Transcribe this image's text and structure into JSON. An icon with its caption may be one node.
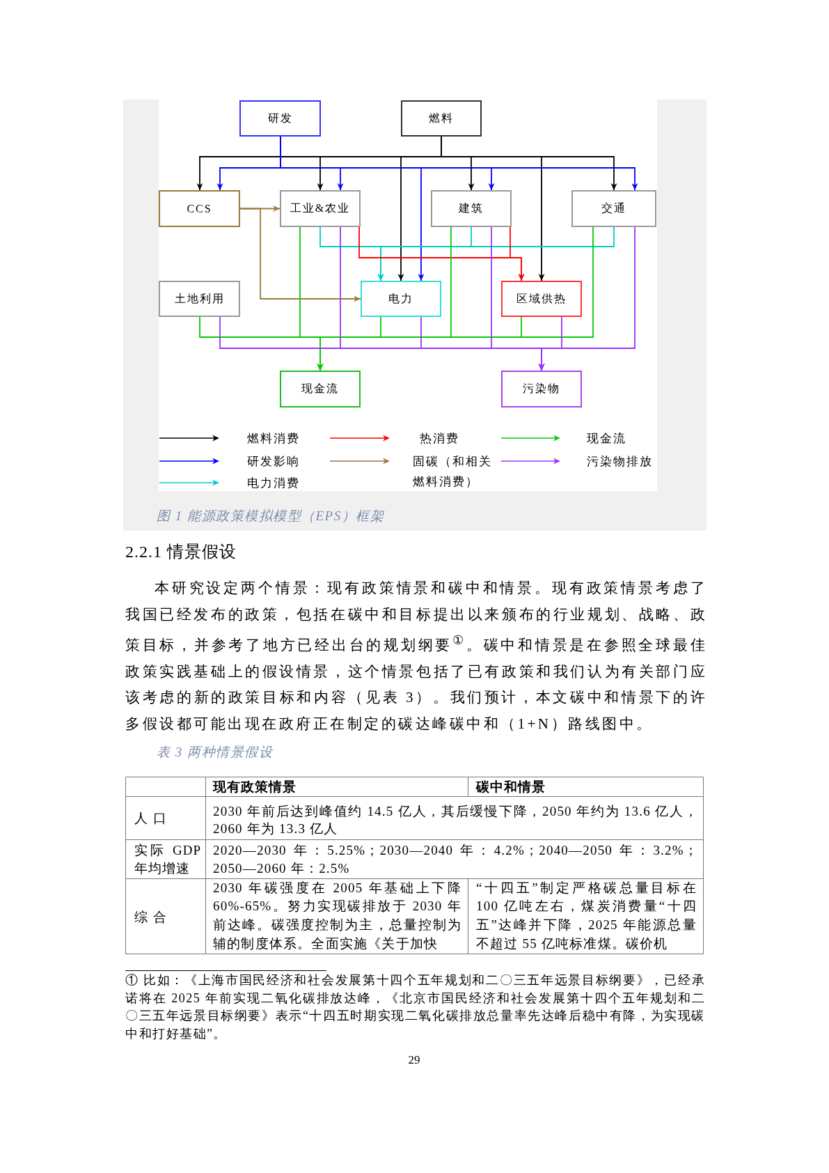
{
  "diagram": {
    "caption": "图 1 能源政策模拟模型（EPS）框架",
    "nodes": [
      {
        "text": [
          "研发"
        ]
      },
      {
        "text": [
          "燃料"
        ]
      },
      {
        "text": [
          "CCS"
        ]
      },
      {
        "text": [
          "工业&农业"
        ]
      },
      {
        "text": [
          "建筑"
        ]
      },
      {
        "text": [
          "交通"
        ]
      },
      {
        "text": [
          "土地利用"
        ]
      },
      {
        "text": [
          "电力"
        ]
      },
      {
        "text": [
          "区域供热"
        ]
      },
      {
        "text": [
          "现金流"
        ]
      },
      {
        "text": [
          "污染物"
        ]
      }
    ],
    "edges": [
      {
        "from": 1,
        "to": 2,
        "arrow": "to"
      },
      {
        "from": 1,
        "to": 3,
        "arrow": "to"
      },
      {
        "from": 1,
        "to": 4,
        "arrow": "to"
      },
      {
        "from": 1,
        "to": 5,
        "arrow": "to"
      },
      {
        "from": 1,
        "to": 7,
        "arrow": "to"
      },
      {
        "from": 1,
        "to": 8,
        "arrow": "to"
      },
      {
        "from": 0,
        "to": 2,
        "arrow": "to",
        "color": "#0000ff"
      },
      {
        "from": 0,
        "to": 3,
        "arrow": "to",
        "color": "#0000ff"
      },
      {
        "from": 0,
        "to": 4,
        "arrow": "to",
        "color": "#0000ff"
      },
      {
        "from": 0,
        "to": 5,
        "arrow": "to",
        "color": "#0000ff"
      },
      {
        "from": 0,
        "to": 7,
        "arrow": "to",
        "color": "#0000ff"
      },
      {
        "from": 2,
        "to": 3,
        "arrow": "to",
        "color": "#9a7b3a"
      },
      {
        "from": 2,
        "to": 7,
        "arrow": "to",
        "color": "#9a7b3a"
      },
      {
        "from": 3,
        "to": 7,
        "arrow": "to",
        "color": "#00cccc"
      },
      {
        "from": 4,
        "to": 7,
        "arrow": "to",
        "color": "#00cccc"
      },
      {
        "from": 5,
        "to": 7,
        "arrow": "to",
        "color": "#00cccc"
      },
      {
        "from": 3,
        "to": 8,
        "arrow": "to",
        "color": "#ff0000"
      },
      {
        "from": 4,
        "to": 8,
        "arrow": "to",
        "color": "#ff0000"
      },
      {
        "from": 3,
        "to": 9,
        "arrow": "to",
        "color": "#00cc00"
      },
      {
        "from": 4,
        "to": 9,
        "arrow": "to",
        "color": "#00cc00"
      },
      {
        "from": 5,
        "to": 9,
        "arrow": "to",
        "color": "#00cc00"
      },
      {
        "from": 6,
        "to": 9,
        "arrow": "to",
        "color": "#00cc00"
      },
      {
        "from": 7,
        "to": 9,
        "arrow": "to",
        "color": "#00cc00"
      },
      {
        "from": 8,
        "to": 9,
        "arrow": "to",
        "color": "#00cc00"
      },
      {
        "from": 3,
        "to": 10,
        "arrow": "to",
        "color": "#9933ff"
      },
      {
        "from": 4,
        "to": 10,
        "arrow": "to",
        "color": "#9933ff"
      },
      {
        "from": 5,
        "to": 10,
        "arrow": "to",
        "color": "#9933ff"
      },
      {
        "from": 6,
        "to": 10,
        "arrow": "to",
        "color": "#9933ff"
      },
      {
        "from": 7,
        "to": 10,
        "arrow": "to",
        "color": "#9933ff"
      },
      {
        "from": 8,
        "to": 10,
        "arrow": "to",
        "color": "#9933ff"
      }
    ],
    "labels": [
      "2.2.1 情景假设",
      "本研究设定两个情景：现有政策情景和碳中和情景。现有政策情景考虑了我国已经发布的政策，包括在碳中和目标提出以来颁布的行业规划、战略、政策目标，并参考了地方已经出台的规划纲要$^{①}$。碳中和情景是在参照全球最佳政策实践基础上的假设情景，这个情景包括了已有政策和我们认为有关部门应该考虑的新的政策目标和内容（见表 3）。我们预计，本文碳中和情景下的许多假设都可能出现在政府正在制定的碳达峰碳中和（1+N）路线图中。",
      "表 3 两种情景假设",
      "现有政策情景",
      "碳中和情景",
      "人口",
      "2030 年前后达到峰值约 14.5 亿人，其后缓慢下降，2050 年约为 13.6 亿人，2060 年为 13.3 亿人",
      "实际 GDP 年均增速",
      "2020—2030 年：5.25%；2030—2040 年：4.2%；2040—2050 年：3.2%；2050—2060 年：2.5%",
      "综合",
      "2030 年碳强度在 2005 年基础上下降 60%-65%。努力实现碳排放于 2030 年前达峰。碳强度控制为主，总量控制为辅的制度体系。全面实施《关于加快",
      "“十四五”制定严格碳总量目标在 100 亿吨左右，煤炭消费量“十四五”达峰并下降，2025 年能源总量不超过 55 亿吨标准煤。碳价机",
      "① 比如：《上海市国民经济和社会发展第十四个五年规划和二〇三五年远景目标纲要》，已经承诺将在 2025 年前实现二氧化碳排放达峰，《北京市国民经济和社会发展第十四个五年规划和二〇三五年远景目标纲要》表示“十四五时期实现二氧化碳排放总量率先达峰后稳中有降，为实现碳中和打好基础”。",
      "29"
    ],
    "legend": [
      {
        "text": "燃料消费"
      },
      {
        "text": "热消费"
      },
      {
        "text": "现金流"
      },
      {
        "text": "研发影响"
      },
      {
        "text": "固碳（和相关燃料消费）"
      },
      {
        "text": "污染物排放"
      },
      {
        "text": "电力消费"
      }
    ]
  }
}
